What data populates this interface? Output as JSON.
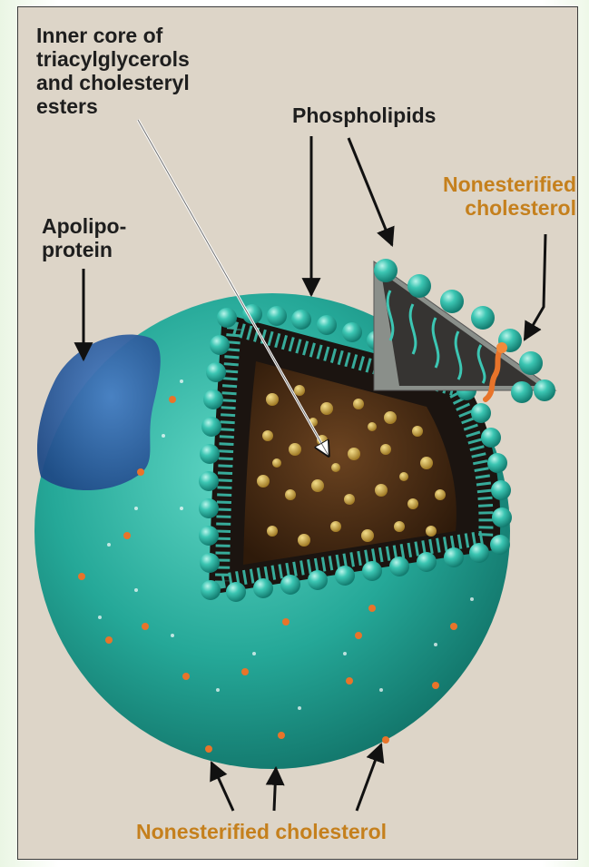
{
  "labels": {
    "inner_core": "Inner core of\ntriacylglycerols\nand cholesteryl\nesters",
    "phospholipids": "Phospholipids",
    "nonesterified_top": "Nonesterified\ncholesterol",
    "apolipoprotein": "Apolipo-\nprotein",
    "nonesterified_bottom": "Nonesterified cholesterol"
  },
  "colors": {
    "background": "#ddd5c8",
    "shell": "#2fb5a5",
    "core": "#4b2d14",
    "protein": "#2f5f9e",
    "cholesterol": "#e8742a",
    "label_orange": "#c5801d"
  }
}
